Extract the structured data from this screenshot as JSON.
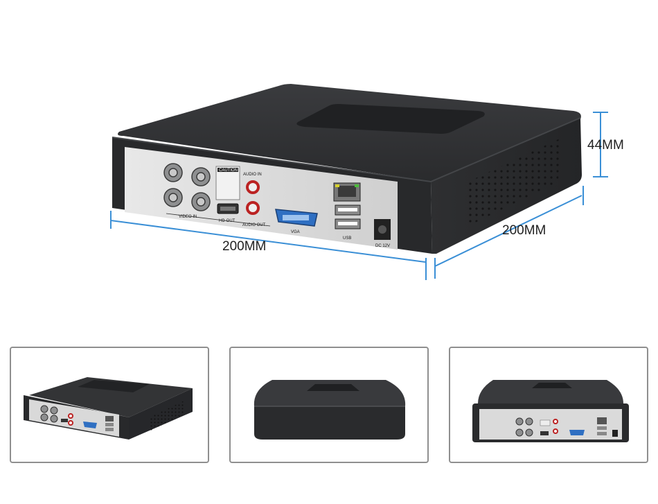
{
  "main_product": {
    "dimensions": {
      "width": "200MM",
      "depth": "200MM",
      "height": "44MM"
    },
    "port_labels": {
      "video_in": "VIDEO  IN",
      "hd_out": "HD-OUT",
      "audio_in": "AUDIO IN",
      "audio_out": "AUDIO OUT",
      "vga": "VGA",
      "usb": "USB",
      "dc": "DC 12V",
      "caution": "CAUTION"
    }
  },
  "thumbnails": [
    {
      "view": "angled-rear-view"
    },
    {
      "view": "angled-top-front-view"
    },
    {
      "view": "rear-view"
    }
  ],
  "colors": {
    "dimension_line": "#3a8fd6",
    "case": "#2b2c2e",
    "panel": "#dcdcdc",
    "thumb_border": "#8f8f8f"
  }
}
